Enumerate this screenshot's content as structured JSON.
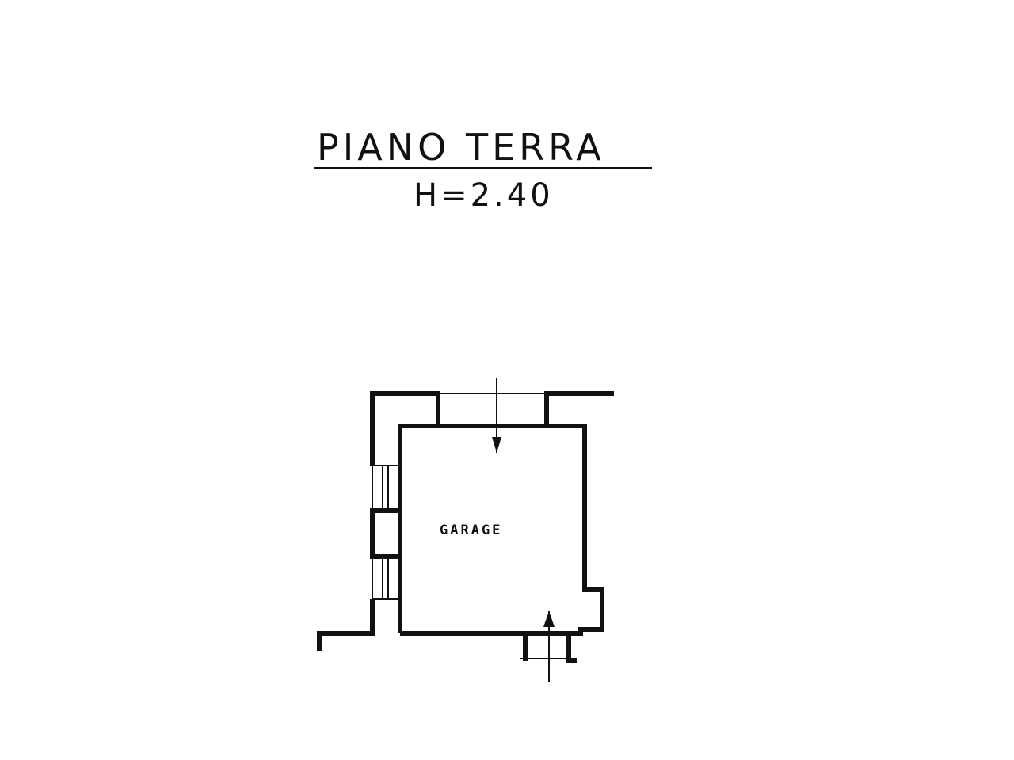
{
  "plan": {
    "title": "PIANO TERRA",
    "height_label": "H=2.40",
    "rooms": [
      {
        "label": "GARAGE"
      }
    ]
  }
}
